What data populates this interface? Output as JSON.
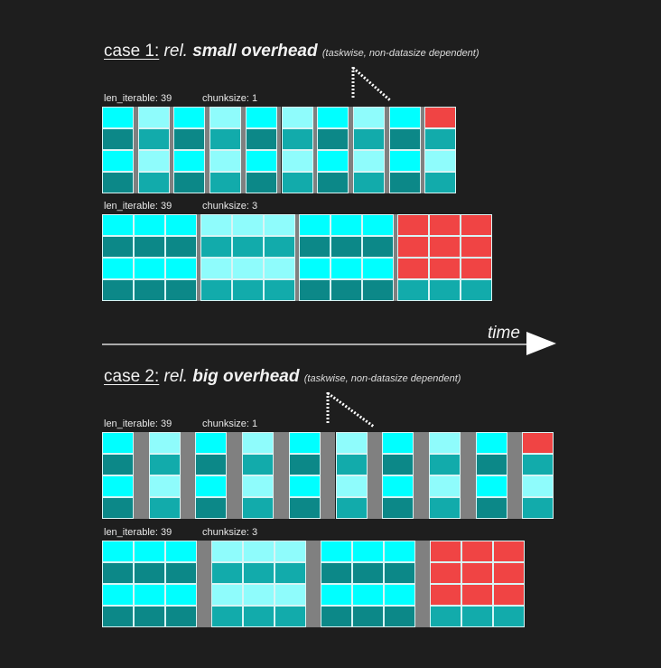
{
  "cases": [
    {
      "case_label": "case 1:",
      "rel": "rel.",
      "emphasis": "small overhead",
      "note": "(taskwise, non-datasize dependent)"
    },
    {
      "case_label": "case 2:",
      "rel": "rel.",
      "emphasis": "big overhead",
      "note": "(taskwise, non-datasize dependent)"
    }
  ],
  "blocks": [
    {
      "case": 1,
      "len_label": "len_iterable: 39",
      "chunk_label": "chunksize: 1",
      "chunksize": 1,
      "chunks_per_row": 10,
      "workers": 4,
      "idle_last_chunk_rows": 1
    },
    {
      "case": 1,
      "len_label": "len_iterable: 39",
      "chunk_label": "chunksize: 3",
      "chunksize": 3,
      "chunks_per_row": 4,
      "workers": 4,
      "idle_last_chunk_rows": 3
    },
    {
      "case": 2,
      "len_label": "len_iterable: 39",
      "chunk_label": "chunksize: 1",
      "chunksize": 1,
      "chunks_per_row": 10,
      "workers": 4,
      "idle_last_chunk_rows": 1
    },
    {
      "case": 2,
      "len_label": "len_iterable: 39",
      "chunk_label": "chunksize: 3",
      "chunksize": 3,
      "chunks_per_row": 4,
      "workers": 4,
      "idle_last_chunk_rows": 3
    }
  ],
  "axis": {
    "label": "time"
  },
  "colors": {
    "bg": "#1e1e1e",
    "cyan": "#00ffff",
    "light": "#8ffcfc",
    "dark": "#0c8888",
    "mid": "#12abab",
    "idle": "#f04444",
    "overhead": "#808080"
  }
}
